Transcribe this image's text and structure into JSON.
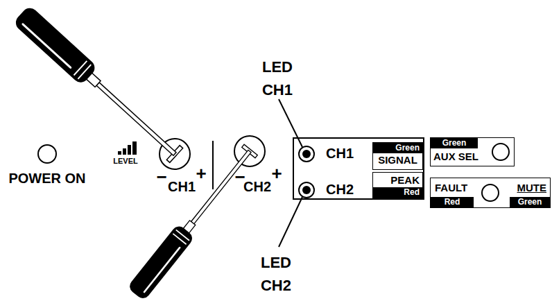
{
  "diagram": {
    "nodes": [
      {
        "text": [
          "CH1",
          "CH2"
        ]
      },
      {
        "text": [
          "Green",
          "SIGNAL"
        ],
        "in": 0
      },
      {
        "text": [
          "PEAK",
          "Red"
        ],
        "in": 0
      },
      {
        "text": [
          "Green",
          "AUX SEL"
        ]
      },
      {
        "text": [
          "FAULT",
          "Red",
          "MUTE",
          "Green"
        ]
      }
    ],
    "labels": [
      "POWER ON",
      "LEVEL",
      "−",
      "CH1",
      "+",
      "−",
      "CH2",
      "+",
      "LED CH1",
      "LED CH2"
    ]
  }
}
